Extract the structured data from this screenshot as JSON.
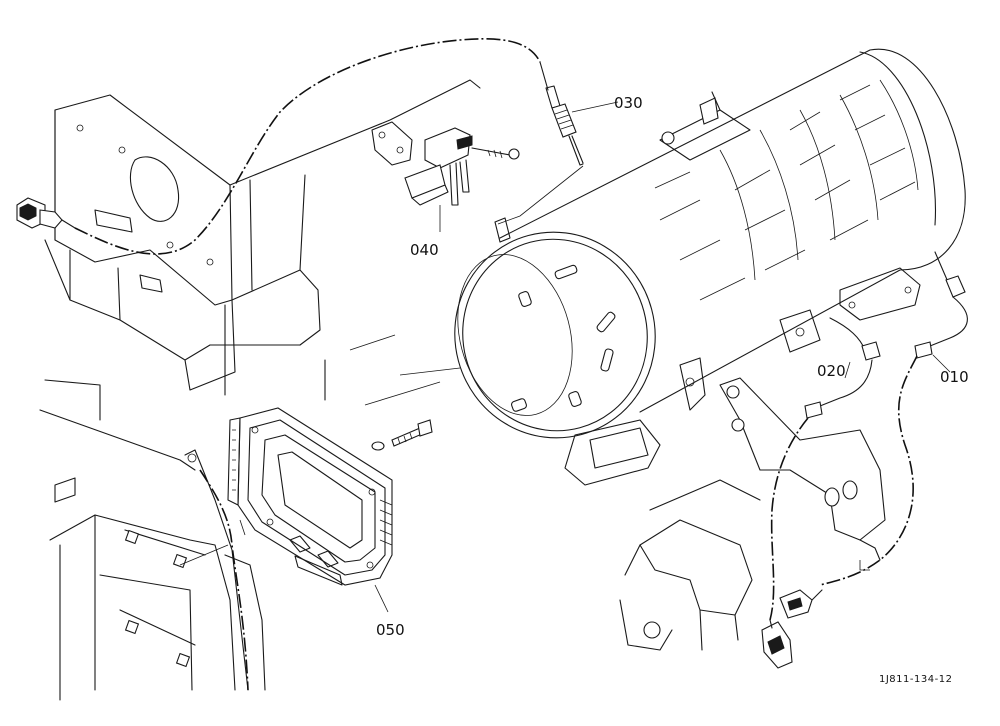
{
  "callouts": {
    "c010": "010",
    "c020": "020",
    "c030": "030",
    "c040": "040",
    "c050": "050"
  },
  "reference": "1J811-134-12",
  "parts": [
    {
      "id": "010",
      "icon": "exhaust-temperature-sensor"
    },
    {
      "id": "020",
      "icon": "exhaust-temperature-sensor"
    },
    {
      "id": "030",
      "icon": "exhaust-temperature-sensor"
    },
    {
      "id": "040",
      "icon": "differential-pressure-sensor"
    },
    {
      "id": "050",
      "icon": "control-unit"
    }
  ]
}
